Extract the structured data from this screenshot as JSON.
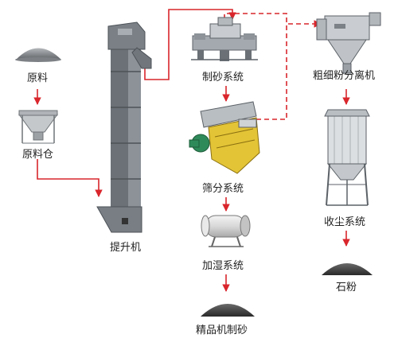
{
  "labels": {
    "raw_material": "原料",
    "raw_bin": "原料仓",
    "elevator": "提升机",
    "sand_maker": "制砂系统",
    "screening": "筛分系统",
    "humidifier": "加湿系统",
    "fine_sand": "精品机制砂",
    "separator": "粗细粉分离机",
    "dust_system": "收尘系统",
    "stone_powder": "石粉"
  },
  "colors": {
    "flow_line": "#d9262c",
    "machine_gray": "#8a9096",
    "machine_dark": "#5c6268",
    "screen_yellow": "#e3c436",
    "motor_green": "#2f8a5a",
    "pile_dark": "#3c3c3c"
  }
}
